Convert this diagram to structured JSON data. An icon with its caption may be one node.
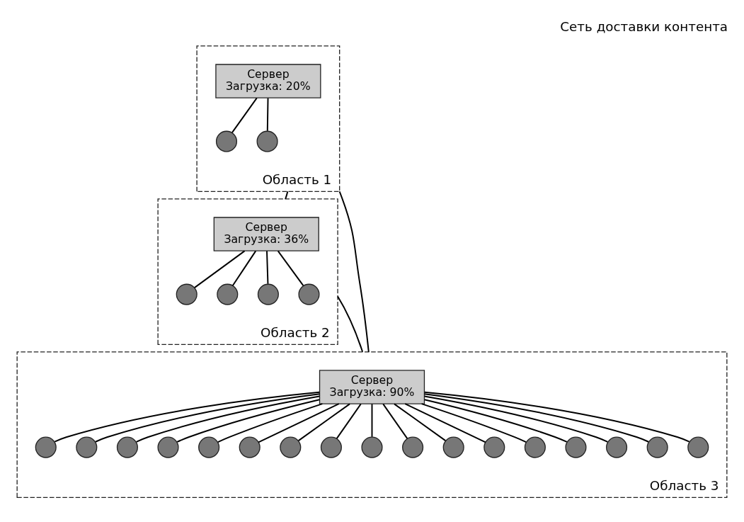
{
  "diagram": {
    "title": "Сеть доставки контента",
    "nodes": [
      {
        "text": [
          "Область 1"
        ]
      },
      {
        "text": [
          "Сервер",
          "Загрузка: 20%"
        ],
        "in": 0
      },
      {
        "text": [],
        "shape": "circle",
        "in": 0
      },
      {
        "text": [],
        "shape": "circle",
        "in": 0
      },
      {
        "text": [
          "Область 2"
        ]
      },
      {
        "text": [
          "Сервер",
          "Загрузка: 36%"
        ],
        "in": 4
      },
      {
        "text": [],
        "shape": "circle",
        "in": 4
      },
      {
        "text": [],
        "shape": "circle",
        "in": 4
      },
      {
        "text": [],
        "shape": "circle",
        "in": 4
      },
      {
        "text": [],
        "shape": "circle",
        "in": 4
      },
      {
        "text": [
          "Область 3"
        ]
      },
      {
        "text": [
          "Сервер",
          "Загрузка: 90%"
        ],
        "in": 10
      },
      {
        "text": [],
        "shape": "circle",
        "in": 10
      },
      {
        "text": [],
        "shape": "circle",
        "in": 10
      },
      {
        "text": [],
        "shape": "circle",
        "in": 10
      },
      {
        "text": [],
        "shape": "circle",
        "in": 10
      },
      {
        "text": [],
        "shape": "circle",
        "in": 10
      },
      {
        "text": [],
        "shape": "circle",
        "in": 10
      },
      {
        "text": [],
        "shape": "circle",
        "in": 10
      },
      {
        "text": [],
        "shape": "circle",
        "in": 10
      },
      {
        "text": [],
        "shape": "circle",
        "in": 10
      },
      {
        "text": [],
        "shape": "circle",
        "in": 10
      },
      {
        "text": [],
        "shape": "circle",
        "in": 10
      },
      {
        "text": [],
        "shape": "circle",
        "in": 10
      },
      {
        "text": [],
        "shape": "circle",
        "in": 10
      },
      {
        "text": [],
        "shape": "circle",
        "in": 10
      },
      {
        "text": [],
        "shape": "circle",
        "in": 10
      },
      {
        "text": [],
        "shape": "circle",
        "in": 10
      },
      {
        "text": [],
        "shape": "circle",
        "in": 10
      }
    ],
    "edges": [
      {
        "from": 1,
        "to": 2,
        "arrow": "none"
      },
      {
        "from": 1,
        "to": 3,
        "arrow": "none"
      },
      {
        "from": 5,
        "to": 6,
        "arrow": "none"
      },
      {
        "from": 5,
        "to": 7,
        "arrow": "none"
      },
      {
        "from": 5,
        "to": 8,
        "arrow": "none"
      },
      {
        "from": 5,
        "to": 9,
        "arrow": "none"
      },
      {
        "from": 11,
        "to": 12,
        "arrow": "none"
      },
      {
        "from": 11,
        "to": 13,
        "arrow": "none"
      },
      {
        "from": 11,
        "to": 14,
        "arrow": "none"
      },
      {
        "from": 11,
        "to": 15,
        "arrow": "none"
      },
      {
        "from": 11,
        "to": 16,
        "arrow": "none"
      },
      {
        "from": 11,
        "to": 17,
        "arrow": "none"
      },
      {
        "from": 11,
        "to": 18,
        "arrow": "none"
      },
      {
        "from": 11,
        "to": 19,
        "arrow": "none"
      },
      {
        "from": 11,
        "to": 20,
        "arrow": "none"
      },
      {
        "from": 11,
        "to": 21,
        "arrow": "none"
      },
      {
        "from": 11,
        "to": 22,
        "arrow": "none"
      },
      {
        "from": 11,
        "to": 23,
        "arrow": "none"
      },
      {
        "from": 11,
        "to": 24,
        "arrow": "none"
      },
      {
        "from": 11,
        "to": 25,
        "arrow": "none"
      },
      {
        "from": 11,
        "to": 26,
        "arrow": "none"
      },
      {
        "from": 11,
        "to": 27,
        "arrow": "none"
      },
      {
        "from": 11,
        "to": 28,
        "arrow": "none"
      },
      {
        "from": 0,
        "to": 4,
        "arrow": "none"
      },
      {
        "from": 0,
        "to": 10,
        "arrow": "none"
      },
      {
        "from": 4,
        "to": 10,
        "arrow": "none"
      }
    ]
  }
}
